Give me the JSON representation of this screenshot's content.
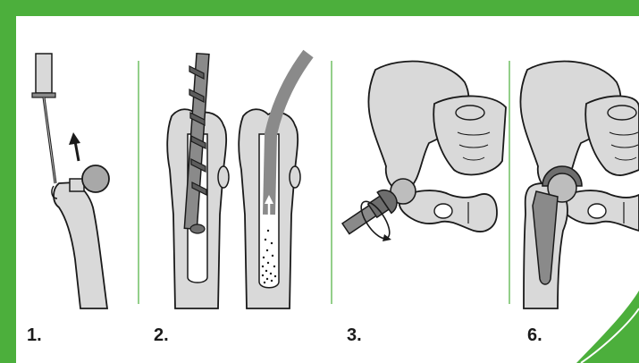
{
  "steps": [
    {
      "label": "1."
    },
    {
      "label": "2."
    },
    {
      "label": "3."
    },
    {
      "label": "6."
    }
  ],
  "colors": {
    "frame": "#4caf3c",
    "bone": "#d9d9d9",
    "metal": "#8a8a8a",
    "outline": "#1a1a1a",
    "divider": "#4caf3c"
  }
}
